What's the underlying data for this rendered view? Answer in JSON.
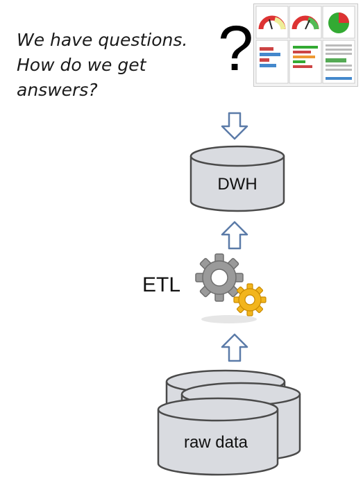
{
  "question_lines": [
    "We have questions.",
    "How do we get",
    "answers?"
  ],
  "question_mark": "?",
  "nodes": {
    "dwh": "DWH",
    "etl": "ETL",
    "raw": "raw data"
  },
  "colors": {
    "cylinder_fill": "#d9dbe0",
    "cylinder_stroke": "#4a4a4a",
    "arrow_stroke": "#5b7ba8",
    "gear_gray": "#9a9a9a",
    "gear_gold": "#f2b51c"
  }
}
